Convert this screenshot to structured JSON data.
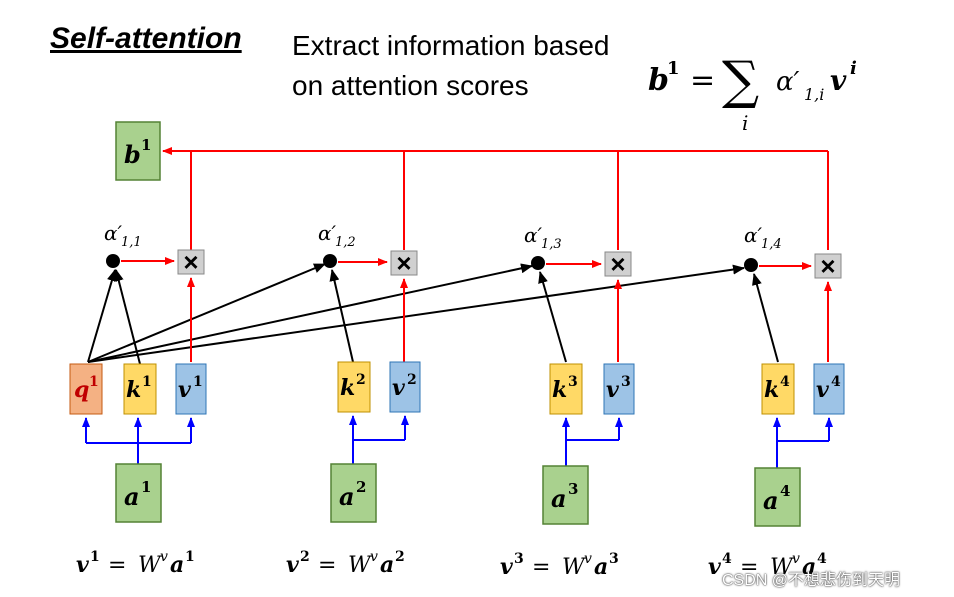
{
  "header": {
    "title": "Self-attention",
    "subtitle_line1": "Extract information based",
    "subtitle_line2": "on attention scores"
  },
  "formula": {
    "lhs": "b",
    "lhs_sup": "1",
    "eq": "=",
    "sum": "∑",
    "sum_index": "i",
    "alpha": "α′",
    "alpha_sub": "1,i",
    "v": "v",
    "v_sup": "i"
  },
  "output": {
    "letter": "b",
    "sup": "1"
  },
  "groups": [
    {
      "alpha": "α′",
      "alpha_sub": "1,1",
      "q": {
        "letter": "q",
        "sup": "1"
      },
      "k": {
        "letter": "k",
        "sup": "1"
      },
      "v": {
        "letter": "v",
        "sup": "1"
      },
      "a": {
        "letter": "a",
        "sup": "1"
      },
      "eqn": {
        "v": "v",
        "v_sup": "1",
        "eq": "=",
        "W": "W",
        "W_sup": "v",
        "a": "a",
        "a_sup": "1"
      }
    },
    {
      "alpha": "α′",
      "alpha_sub": "1,2",
      "k": {
        "letter": "k",
        "sup": "2"
      },
      "v": {
        "letter": "v",
        "sup": "2"
      },
      "a": {
        "letter": "a",
        "sup": "2"
      },
      "eqn": {
        "v": "v",
        "v_sup": "2",
        "eq": "=",
        "W": "W",
        "W_sup": "v",
        "a": "a",
        "a_sup": "2"
      }
    },
    {
      "alpha": "α′",
      "alpha_sub": "1,3",
      "k": {
        "letter": "k",
        "sup": "3"
      },
      "v": {
        "letter": "v",
        "sup": "3"
      },
      "a": {
        "letter": "a",
        "sup": "3"
      },
      "eqn": {
        "v": "v",
        "v_sup": "3",
        "eq": "=",
        "W": "W",
        "W_sup": "v",
        "a": "a",
        "a_sup": "3"
      }
    },
    {
      "alpha": "α′",
      "alpha_sub": "1,4",
      "k": {
        "letter": "k",
        "sup": "4"
      },
      "v": {
        "letter": "v",
        "sup": "4"
      },
      "a": {
        "letter": "a",
        "sup": "4"
      },
      "eqn": {
        "v": "v",
        "v_sup": "4",
        "eq": "=",
        "W": "W",
        "W_sup": "v",
        "a": "a",
        "a_sup": "4"
      }
    }
  ],
  "multiply_symbol": "×",
  "watermark": "CSDN @不想悲伤到天明",
  "colors": {
    "query_fill": "#f4b183",
    "query_stroke": "#c55a11",
    "key_fill": "#ffd966",
    "key_stroke": "#bf9000",
    "value_fill": "#9dc3e6",
    "value_stroke": "#2e75b6",
    "input_fill": "#a9d18e",
    "input_stroke": "#548235",
    "mult_fill": "#d0d0d0",
    "red_arrow": "#ff0000",
    "blue_arrow": "#0000ff",
    "black_arrow": "#000000"
  }
}
